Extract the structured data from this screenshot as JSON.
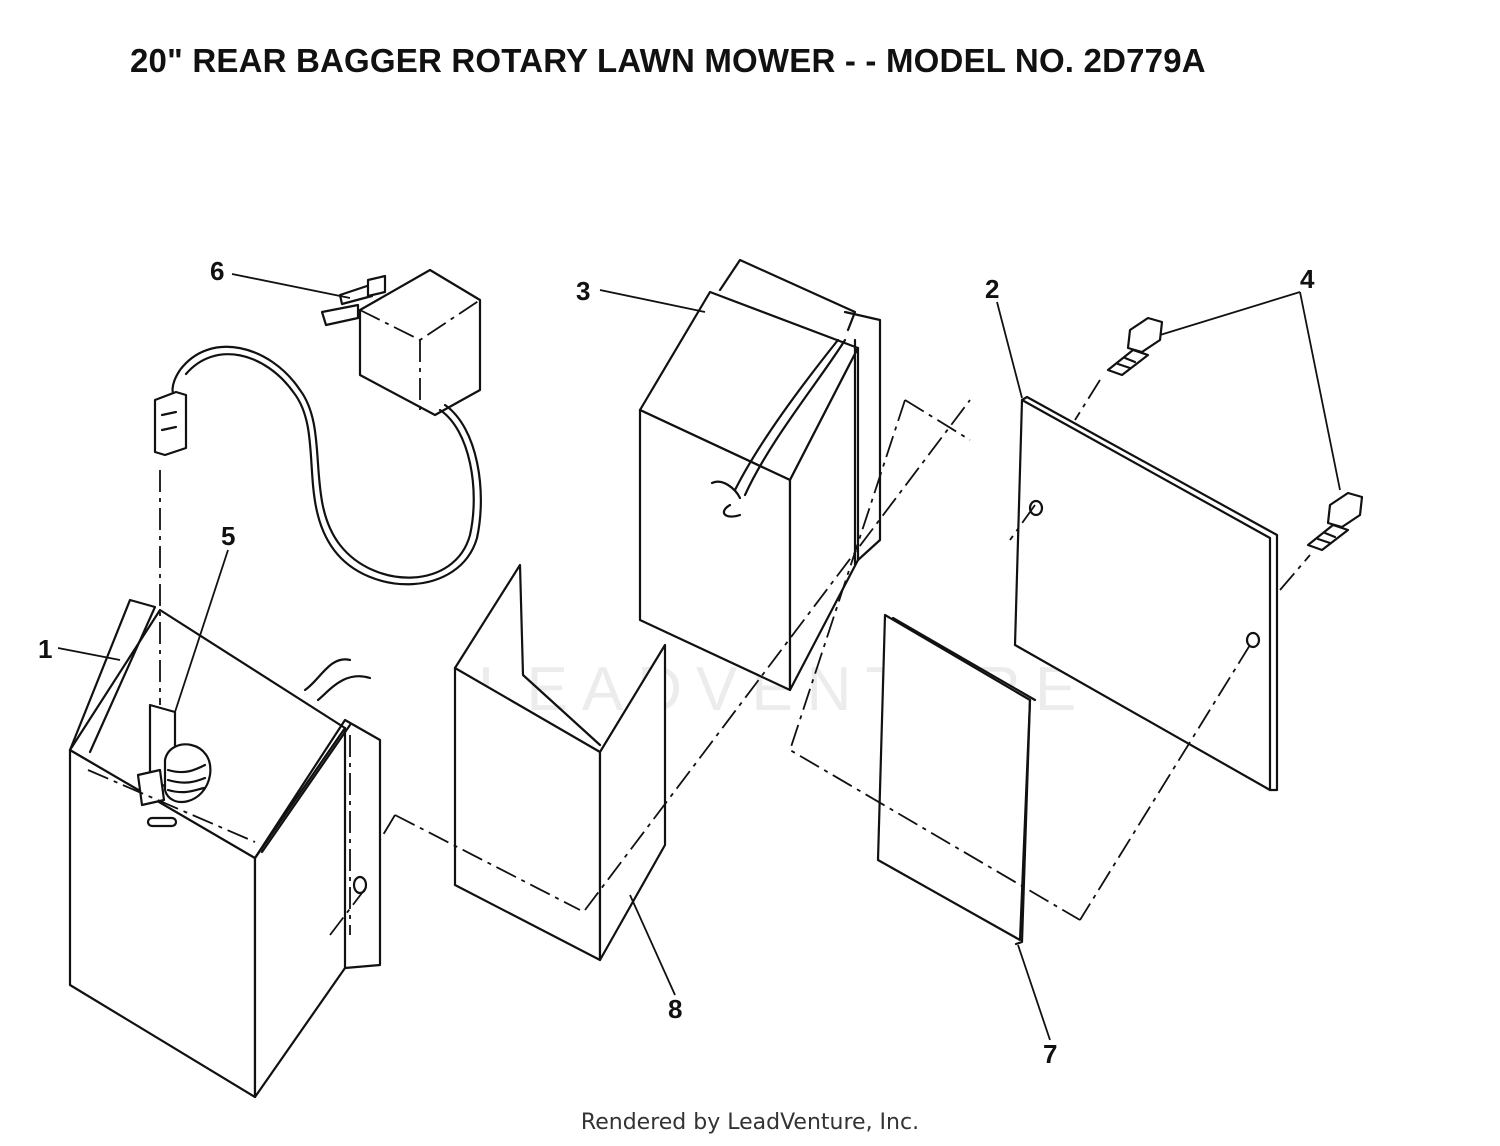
{
  "title": "20\" REAR BAGGER ROTARY LAWN MOWER - - MODEL NO. 2D779A",
  "footer": "Rendered by LeadVenture, Inc.",
  "watermark": "LEADVENTURE",
  "callouts": {
    "c1": "1",
    "c2": "2",
    "c3": "3",
    "c4": "4",
    "c5": "5",
    "c6": "6",
    "c7": "7",
    "c8": "8"
  }
}
